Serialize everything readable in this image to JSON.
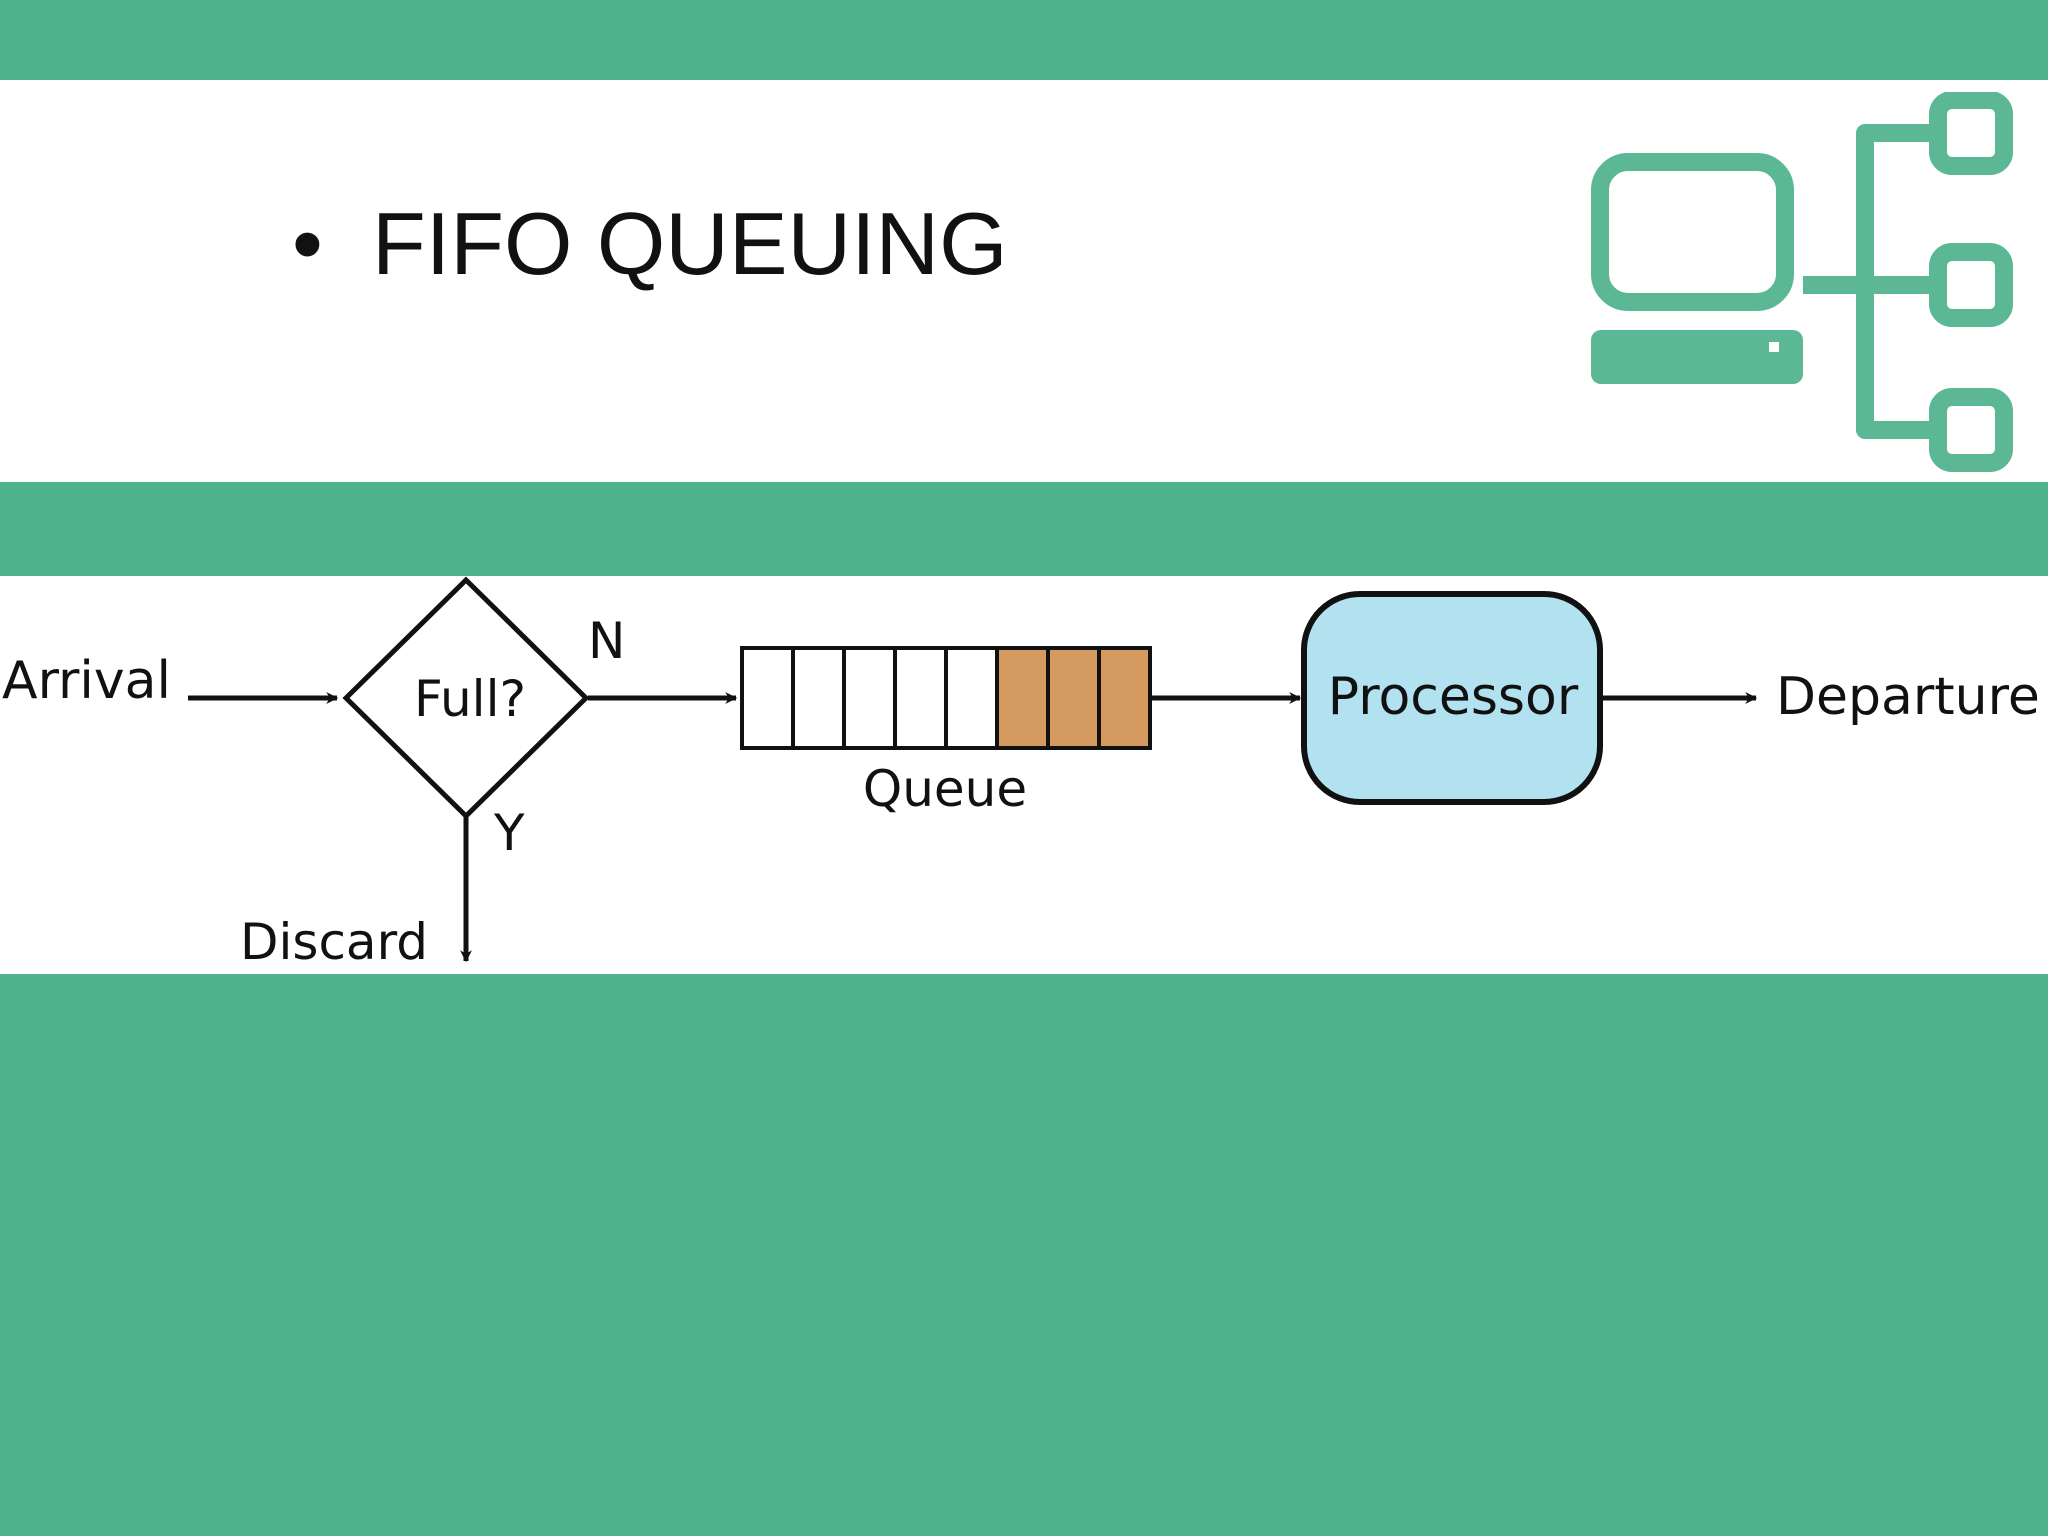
{
  "slide": {
    "bullet": "•",
    "title": "FIFO QUEUING"
  },
  "logo": {
    "icon": "network-computer-icon"
  },
  "diagram": {
    "arrival_label": "Arrival",
    "decision_label": "Full?",
    "no_label": "N",
    "yes_label": "Y",
    "discard_label": "Discard",
    "queue_label": "Queue",
    "processor_label": "Processor",
    "departure_label": "Departure",
    "queue_total_slots": 8,
    "queue_filled_slots": 3
  },
  "colors": {
    "background_green": "#4cb38c",
    "logo_green": "#5cb894",
    "queue_filled": "#d59a5f",
    "processor_fill": "#b2e1ef"
  }
}
